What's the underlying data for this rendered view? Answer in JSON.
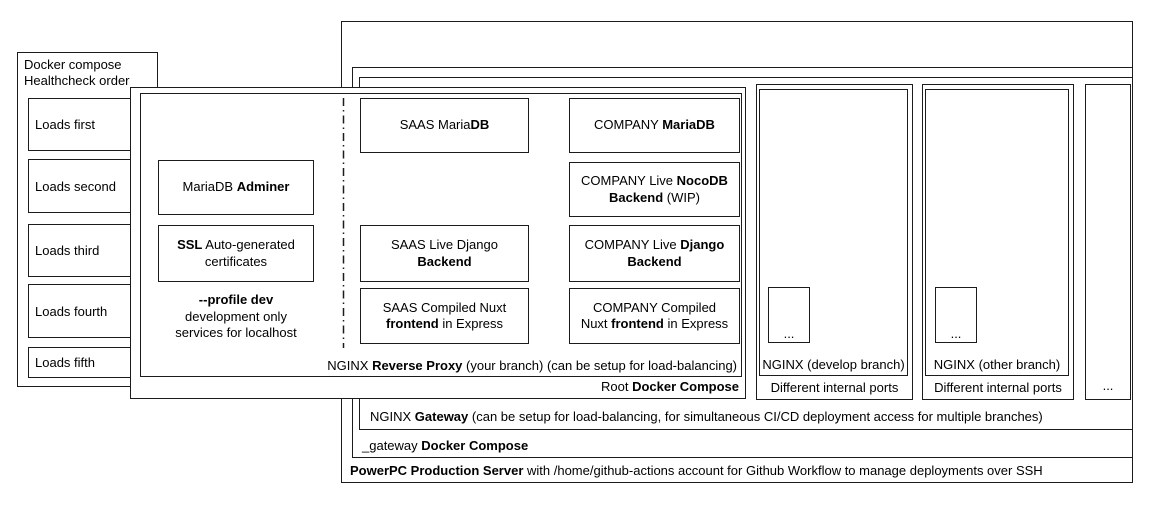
{
  "colors": {
    "line": "#1c1c1c",
    "background": "#ffffff",
    "text": "#000000"
  },
  "legend": {
    "title": "Docker compose\nHealthcheck order",
    "items": [
      "Loads first",
      "Loads second",
      "Loads third",
      "Loads fourth",
      "Loads fifth"
    ]
  },
  "server": {
    "label_parts": [
      {
        "t": "PowerPC Production Server",
        "b": true
      },
      {
        "t": " with /home/github-actions account for Github Workflow to manage deployments over SSH"
      }
    ]
  },
  "gateway_compose": {
    "label_parts": [
      {
        "t": "_gateway "
      },
      {
        "t": "Docker Compose",
        "b": true
      }
    ]
  },
  "gateway": {
    "label_parts": [
      {
        "t": "NGINX "
      },
      {
        "t": "Gateway",
        "b": true
      },
      {
        "t": " (can be setup for load-balancing, for simultaneous CI/CD deployment access for multiple branches)"
      }
    ]
  },
  "root_compose": {
    "label_parts": [
      {
        "t": "Root "
      },
      {
        "t": "Docker Compose",
        "b": true
      }
    ],
    "reverse_proxy_label_parts": [
      {
        "t": "NGINX "
      },
      {
        "t": "Reverse Proxy",
        "b": true
      },
      {
        "t": " (your branch) (can be setup for load-balancing)"
      }
    ],
    "dev_profile": {
      "adminer_parts": [
        {
          "t": "MariaDB "
        },
        {
          "t": "Adminer",
          "b": true
        }
      ],
      "ssl_parts": [
        {
          "t": "SSL",
          "b": true
        },
        {
          "t": " Auto-generated\ncertificates"
        }
      ],
      "profile_note_parts": [
        {
          "t": "--profile dev",
          "b": true
        },
        {
          "t": "\ndevelopment only\nservices for localhost"
        }
      ]
    },
    "saas": {
      "mariadb_parts": [
        {
          "t": "SAAS Maria"
        },
        {
          "t": "DB",
          "b": true
        }
      ],
      "django_parts": [
        {
          "t": "SAAS Live Django\n"
        },
        {
          "t": "Backend",
          "b": true
        }
      ],
      "nuxt_parts": [
        {
          "t": "SAAS Compiled Nuxt\n"
        },
        {
          "t": "frontend",
          "b": true
        },
        {
          "t": " in Express"
        }
      ]
    },
    "company": {
      "mariadb_parts": [
        {
          "t": "COMPANY "
        },
        {
          "t": "MariaDB",
          "b": true
        }
      ],
      "nocodb_parts": [
        {
          "t": "COMPANY Live "
        },
        {
          "t": "NocoDB\nBackend",
          "b": true
        },
        {
          "t": " (WIP)"
        }
      ],
      "django_parts": [
        {
          "t": "COMPANY Live "
        },
        {
          "t": "Django\nBackend",
          "b": true
        }
      ],
      "nuxt_parts": [
        {
          "t": "COMPANY Compiled\nNuxt "
        },
        {
          "t": "frontend",
          "b": true
        },
        {
          "t": " in Express"
        }
      ]
    }
  },
  "branch_panels": [
    {
      "branch_label": "NGINX (develop branch)",
      "ports_label": "Different internal ports",
      "ellipsis": "..."
    },
    {
      "branch_label": "NGINX (other branch)",
      "ports_label": "Different internal ports",
      "ellipsis": "..."
    }
  ],
  "overflow_panel": {
    "ellipsis": "..."
  }
}
